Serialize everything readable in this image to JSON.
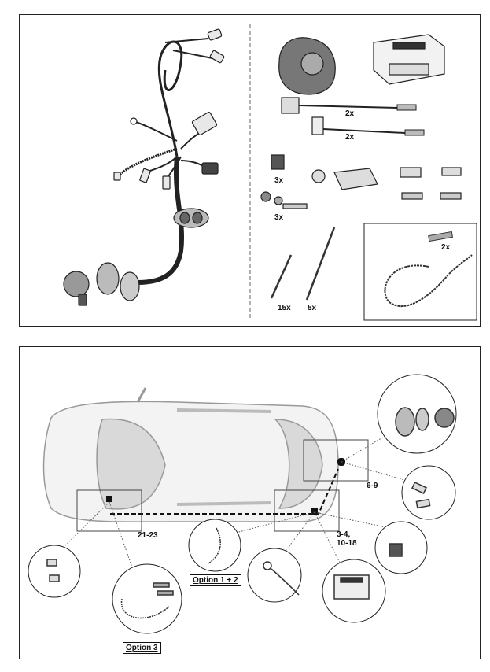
{
  "top": {
    "qty_relay_wires": "2x",
    "qty_fuse_wires": "2x",
    "qty_clips": "3x",
    "qty_bolts": "3x",
    "qty_sleeves": "2x",
    "qty_ties_small": "15x",
    "qty_ties_large": "5x"
  },
  "bottom": {
    "ref_socket": "6-9",
    "ref_rear": "3-4,\n10-18",
    "ref_front": "21-23",
    "option_12": "Option 1 + 2",
    "option_3": "Option 3"
  },
  "colors": {
    "ink": "#222222",
    "grey": "#8a8a8a",
    "car_fill": "#f3f3f3",
    "car_glass": "#d9d9d9"
  }
}
